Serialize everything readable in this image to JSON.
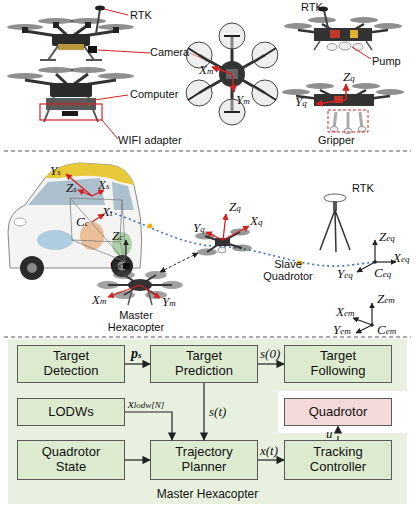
{
  "diagram": {
    "nodes": [
      {
        "text": [
          "Master Hexacopter"
        ]
      },
      {
        "text": [
          "Target Detection"
        ],
        "in": 0
      },
      {
        "text": [
          "Target Prediction"
        ],
        "in": 0
      },
      {
        "text": [
          "Target Following"
        ],
        "in": 0
      },
      {
        "text": [
          "LODWs"
        ],
        "in": 0
      },
      {
        "text": [
          "Quadrotor"
        ]
      },
      {
        "text": [
          "Quadrotor State"
        ],
        "in": 0
      },
      {
        "text": [
          "Trajectory Planner"
        ],
        "in": 0
      },
      {
        "text": [
          "Tracking Controller"
        ],
        "in": 0
      }
    ],
    "edges": [
      {
        "from": 1,
        "to": 2,
        "label": "ps",
        "arrow": "to"
      },
      {
        "from": 2,
        "to": 3,
        "label": "s(0)",
        "arrow": "to"
      },
      {
        "from": 2,
        "to": 7,
        "label": "s(t)",
        "arrow": "to"
      },
      {
        "from": 4,
        "to": 7,
        "label": "xlodw[N]",
        "arrow": "to"
      },
      {
        "from": 6,
        "to": 7,
        "arrow": "to"
      },
      {
        "from": 7,
        "to": 8,
        "label": "x(t)",
        "arrow": "to"
      },
      {
        "from": 8,
        "to": 5,
        "label": "u",
        "arrow": "to"
      }
    ],
    "labels": [
      "RTK",
      "Camera",
      "Computer",
      "WIFI adapter",
      "Xm",
      "Ym",
      "RTK",
      "Pump",
      "Zq",
      "Yq",
      "Gripper",
      "Ys",
      "Zs",
      "Xs",
      "Xt",
      "Cc",
      "Zc",
      "Cc",
      "Xm",
      "Ym",
      "Zq",
      "Xq",
      "Yq",
      "Slave Quadrotor",
      "Master Hexacopter",
      "RTK",
      "Zeq",
      "Xeq",
      "Yeq",
      "Ceq",
      "Zem",
      "Xem",
      "Yem",
      "Cem"
    ]
  }
}
